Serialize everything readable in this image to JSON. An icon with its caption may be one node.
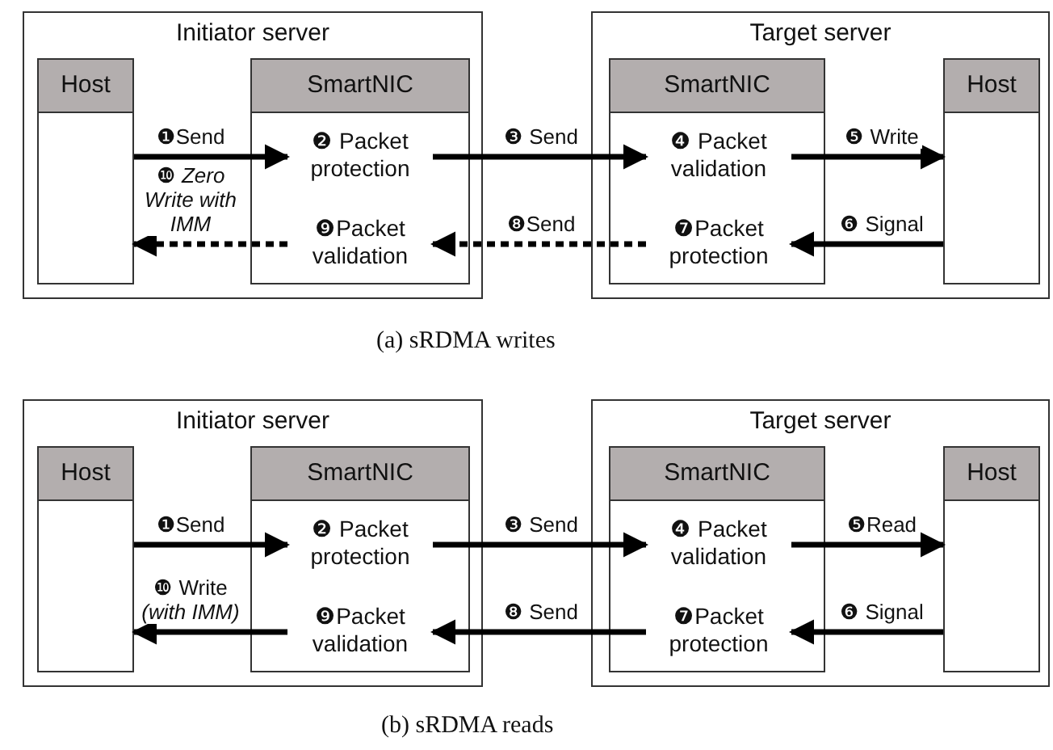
{
  "diagram": {
    "nodes": [
      {
        "text": [
          "Initiator server"
        ]
      },
      {
        "text": [
          "Host"
        ],
        "in": 0
      },
      {
        "text": [
          "SmartNIC"
        ],
        "in": 0
      },
      {
        "text": [
          "❷ Packet protection"
        ],
        "in": 2
      },
      {
        "text": [
          "❾Packet validation"
        ],
        "in": 2
      },
      {
        "text": [
          "Target server"
        ]
      },
      {
        "text": [
          "SmartNIC"
        ],
        "in": 5
      },
      {
        "text": [
          "❹ Packet validation"
        ],
        "in": 6
      },
      {
        "text": [
          "❼Packet protection"
        ],
        "in": 6
      },
      {
        "text": [
          "Host"
        ],
        "in": 5
      },
      {
        "text": [
          "Initiator server"
        ]
      },
      {
        "text": [
          "Host"
        ],
        "in": 10
      },
      {
        "text": [
          "SmartNIC"
        ],
        "in": 10
      },
      {
        "text": [
          "❷ Packet protection"
        ],
        "in": 12
      },
      {
        "text": [
          "❾Packet validation"
        ],
        "in": 12
      },
      {
        "text": [
          "Target server"
        ]
      },
      {
        "text": [
          "SmartNIC"
        ],
        "in": 15
      },
      {
        "text": [
          "❹ Packet validation"
        ],
        "in": 16
      },
      {
        "text": [
          "❼Packet protection"
        ],
        "in": 16
      },
      {
        "text": [
          "Host"
        ],
        "in": 15
      }
    ],
    "edges": [
      {
        "from": 1,
        "to": 3,
        "arrow": "to",
        "label": "❶Send"
      },
      {
        "from": 3,
        "to": 7,
        "arrow": "to",
        "label": "❸ Send"
      },
      {
        "from": 7,
        "to": 9,
        "arrow": "to",
        "label": "❺ Write"
      },
      {
        "from": 9,
        "to": 8,
        "arrow": "to",
        "label": "❻ Signal"
      },
      {
        "from": 8,
        "to": 4,
        "arrow": "to",
        "label": "❽Send",
        "style": "dashed"
      },
      {
        "from": 4,
        "to": 1,
        "arrow": "to",
        "label": "❿ *Zero Write with IMM*",
        "style": "dashed"
      },
      {
        "from": 11,
        "to": 13,
        "arrow": "to",
        "label": "❶Send"
      },
      {
        "from": 13,
        "to": 17,
        "arrow": "to",
        "label": "❸ Send"
      },
      {
        "from": 17,
        "to": 19,
        "arrow": "to",
        "label": "❺Read"
      },
      {
        "from": 19,
        "to": 18,
        "arrow": "to",
        "label": "❻ Signal"
      },
      {
        "from": 18,
        "to": 14,
        "arrow": "to",
        "label": "❽ Send"
      },
      {
        "from": 14,
        "to": 11,
        "arrow": "to",
        "label": "❿ Write *(with IMM)*"
      }
    ],
    "labels": [
      "(a) sRDMA writes",
      "(b) sRDMA reads"
    ]
  }
}
